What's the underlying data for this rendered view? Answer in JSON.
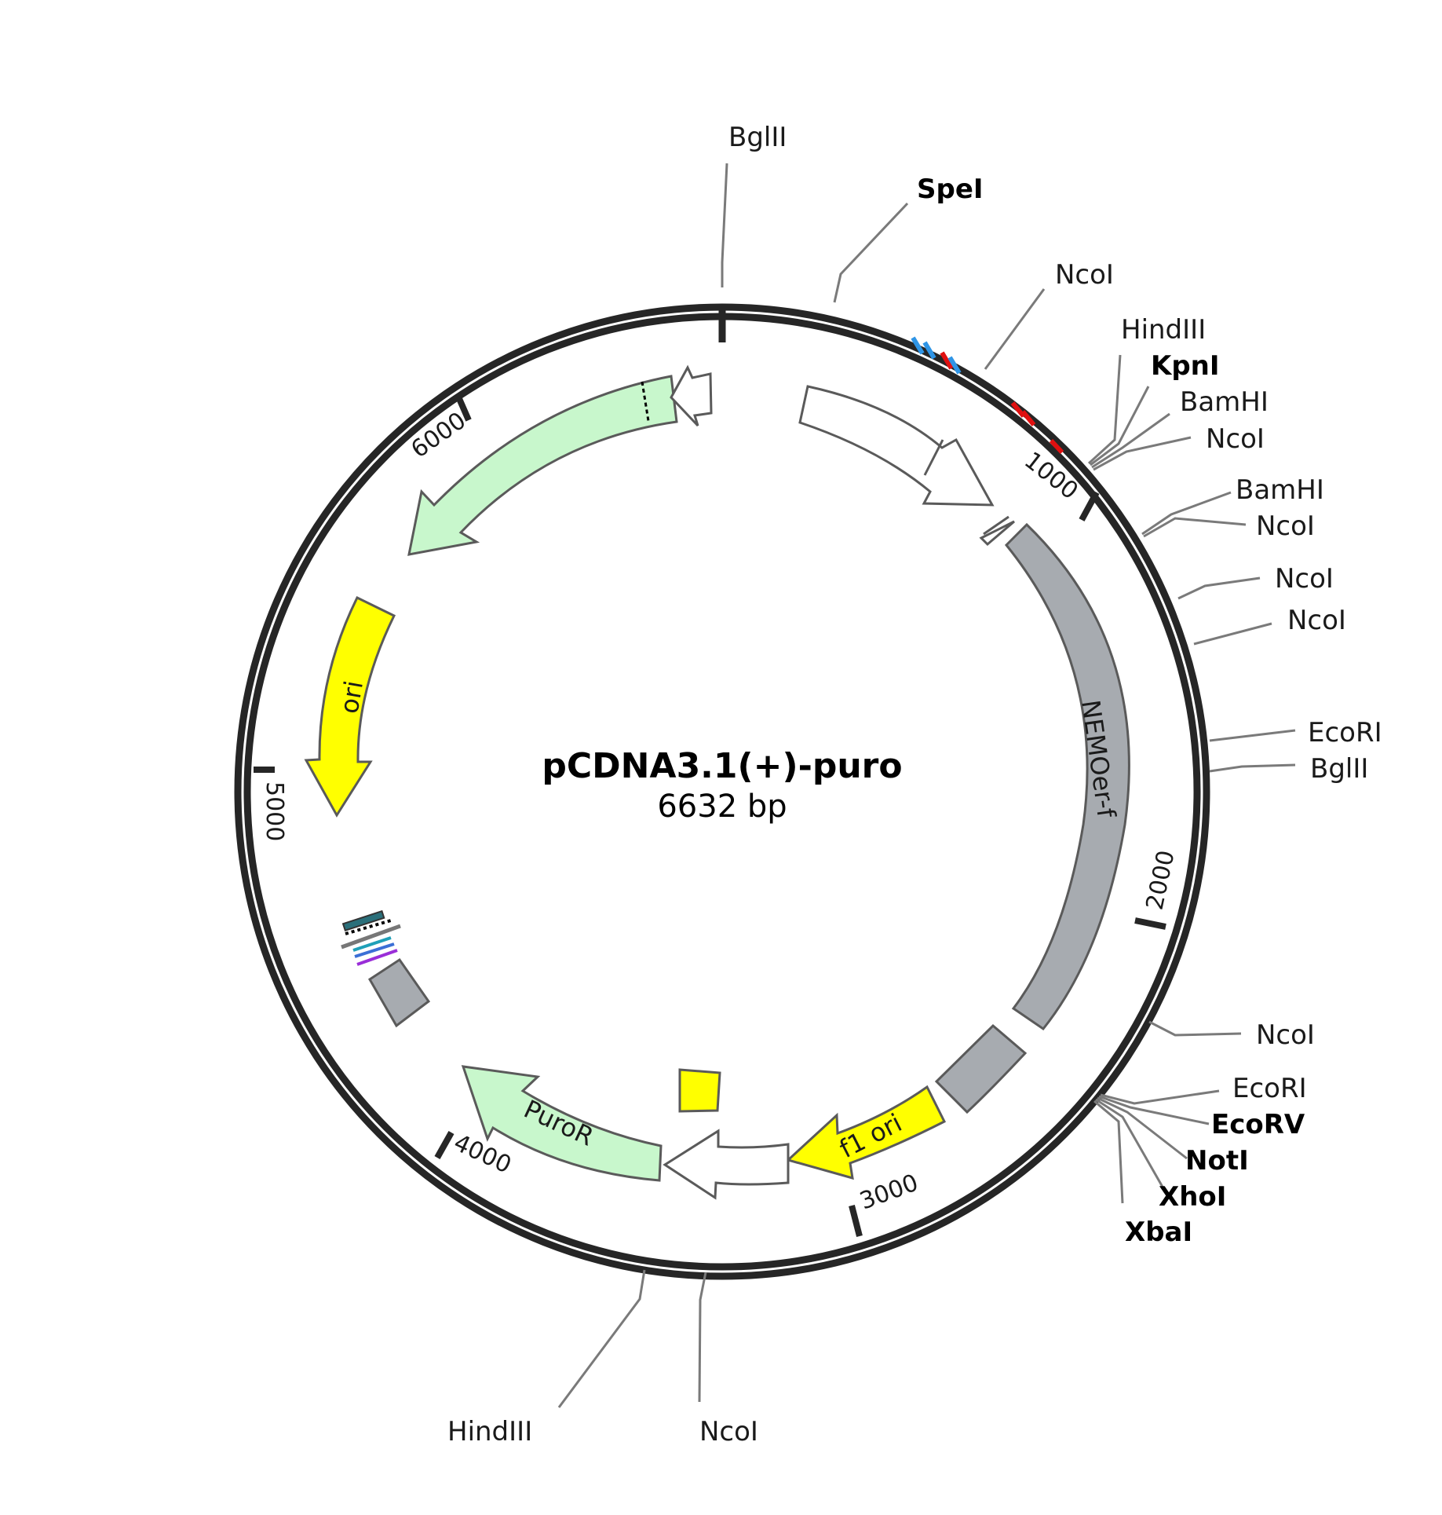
{
  "plasmid": {
    "name": "pCDNA3.1(+)-puro",
    "length_label": "6632 bp",
    "length_bp": 6632
  },
  "colors": {
    "backbone": "#262626",
    "gray_feature": "#a7abb0",
    "yellow_feature": "#ffff00",
    "green_feature": "#c8f7cc",
    "white_feature": "#ffffff",
    "primer_blue": "#2f95e6",
    "primer_red": "#e01010"
  },
  "ticks": [
    {
      "label": "1000",
      "bp": 1000
    },
    {
      "label": "2000",
      "bp": 2000
    },
    {
      "label": "3000",
      "bp": 3000
    },
    {
      "label": "4000",
      "bp": 4000
    },
    {
      "label": "5000",
      "bp": 5000
    },
    {
      "label": "6000",
      "bp": 6000
    }
  ],
  "sites": [
    {
      "name": "BglII",
      "bold": false
    },
    {
      "name": "SpeI",
      "bold": true
    },
    {
      "name": "NcoI",
      "bold": false
    },
    {
      "name": "HindIII",
      "bold": false
    },
    {
      "name": "KpnI",
      "bold": true
    },
    {
      "name": "BamHI",
      "bold": false
    },
    {
      "name": "NcoI",
      "bold": false
    },
    {
      "name": "BamHI",
      "bold": false
    },
    {
      "name": "NcoI",
      "bold": false
    },
    {
      "name": "NcoI",
      "bold": false
    },
    {
      "name": "NcoI",
      "bold": false
    },
    {
      "name": "EcoRI",
      "bold": false
    },
    {
      "name": "BglII",
      "bold": false
    },
    {
      "name": "NcoI",
      "bold": false
    },
    {
      "name": "EcoRI",
      "bold": false
    },
    {
      "name": "EcoRV",
      "bold": true
    },
    {
      "name": "NotI",
      "bold": true
    },
    {
      "name": "XhoI",
      "bold": true
    },
    {
      "name": "XbaI",
      "bold": true
    },
    {
      "name": "HindIII",
      "bold": false
    },
    {
      "name": "NcoI",
      "bold": false
    }
  ],
  "features": [
    {
      "name": "NEMOer-f",
      "color": "gray"
    },
    {
      "name": "f1 ori",
      "color": "yellow"
    },
    {
      "name": "PuroR",
      "color": "green"
    },
    {
      "name": "ori",
      "color": "yellow"
    }
  ]
}
